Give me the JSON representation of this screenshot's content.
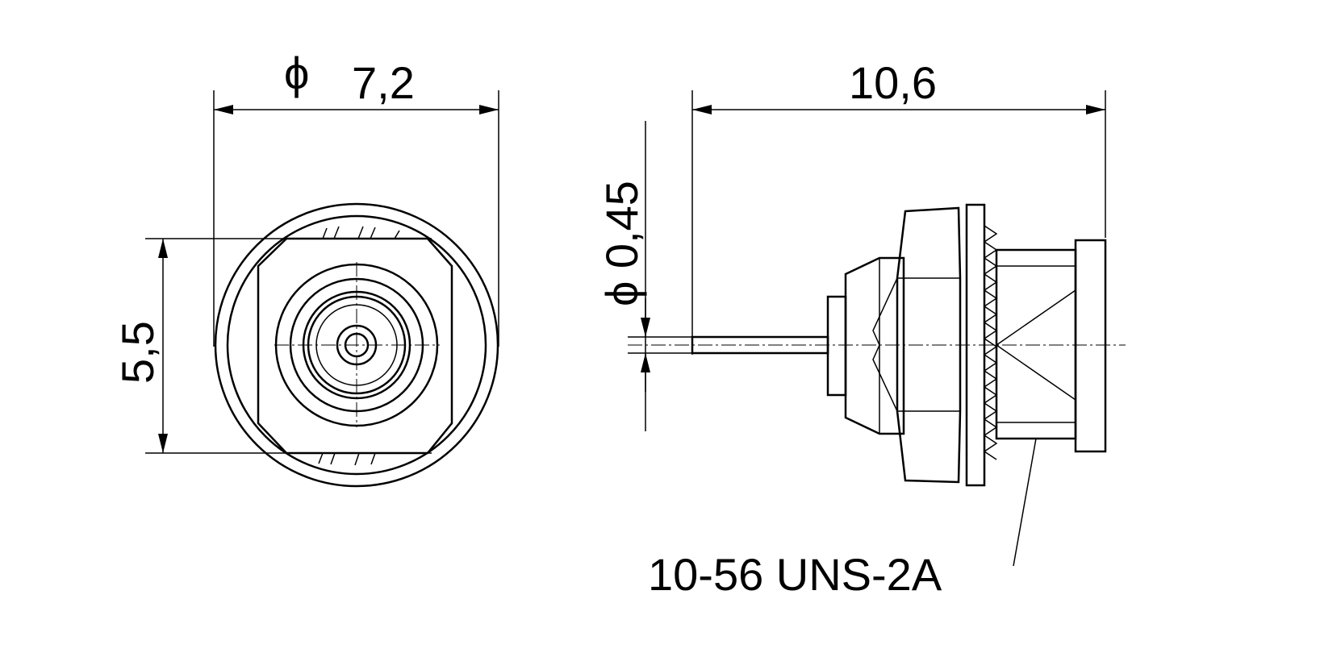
{
  "front_view": {
    "diameter_symbol": "ϕ",
    "diameter_value": "7,2",
    "height_value": "5,5"
  },
  "side_view": {
    "length_value": "10,6",
    "pin_diameter_label": "ϕ 0,45",
    "thread_label": "10-56 UNS-2A"
  }
}
